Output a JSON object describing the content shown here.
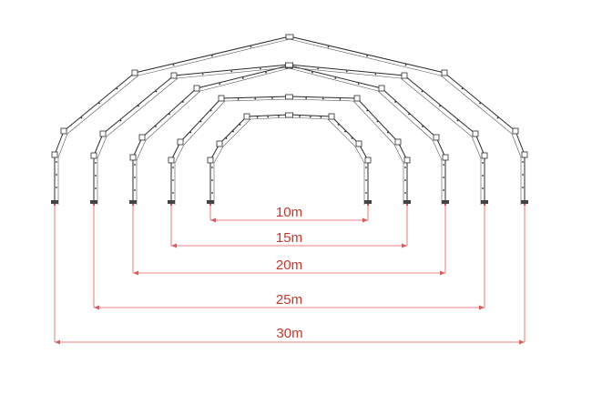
{
  "diagram": {
    "colors": {
      "frame": "#2b2b2b",
      "dimension": "#e05a5a",
      "label": "#c0392b"
    },
    "frames": [
      {
        "id": "frame-10m",
        "label": "10m"
      },
      {
        "id": "frame-15m",
        "label": "15m"
      },
      {
        "id": "frame-20m",
        "label": "20m"
      },
      {
        "id": "frame-25m",
        "label": "25m"
      },
      {
        "id": "frame-30m",
        "label": "30m"
      }
    ]
  }
}
